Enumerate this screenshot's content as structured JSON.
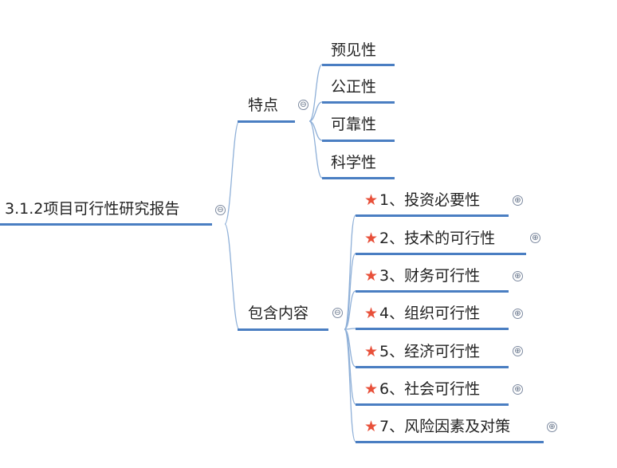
{
  "root": {
    "label": "3.1.2项目可行性研究报告",
    "toggle": "⊖"
  },
  "branches": [
    {
      "label": "特点",
      "toggle": "⊖",
      "children": [
        {
          "label": "预见性"
        },
        {
          "label": "公正性"
        },
        {
          "label": "可靠性"
        },
        {
          "label": "科学性"
        }
      ]
    },
    {
      "label": "包含内容",
      "toggle": "⊖",
      "children": [
        {
          "label": "1、投资必要性",
          "marker": "★",
          "toggle": "⊕"
        },
        {
          "label": "2、技术的可行性",
          "marker": "★",
          "toggle": "⊕"
        },
        {
          "label": "3、财务可行性",
          "marker": "★",
          "toggle": "⊕"
        },
        {
          "label": "4、组织可行性",
          "marker": "★",
          "toggle": "⊕"
        },
        {
          "label": "5、经济可行性",
          "marker": "★",
          "toggle": "⊕"
        },
        {
          "label": "6、社会可行性",
          "marker": "★",
          "toggle": "⊕"
        },
        {
          "label": "7、风险因素及对策",
          "marker": "★",
          "toggle": "⊕"
        }
      ]
    }
  ],
  "colors": {
    "line": "#4a7ec2",
    "connector": "#8fb0d8",
    "star": "#e8503a"
  }
}
